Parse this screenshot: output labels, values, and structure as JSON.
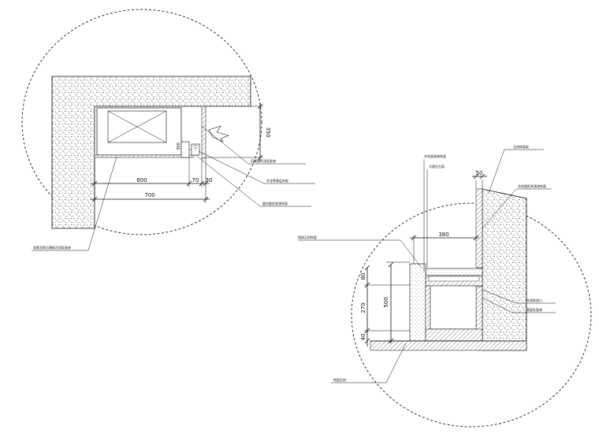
{
  "detail_a": {
    "dims": {
      "d350": "350",
      "d600": "600",
      "d70": "70",
      "d30": "30",
      "d700": "700",
      "d300": "300"
    },
    "notes": [
      "石膏板吊顶乳胶漆",
      "木龙骨基层夹板",
      "窗帘盒乳胶漆饰面",
      "轻钢龙骨石膏板吊顶乳胶漆"
    ]
  },
  "detail_b": {
    "dims": {
      "d50": "50",
      "d380": "380",
      "d80": "80",
      "d500": "500",
      "d270": "270",
      "d40": "40"
    },
    "notes": [
      "木饰面清漆饰面",
      "大理石台面",
      "石材饰面板",
      "木饰面柜体清漆饰面",
      "墙体石材饰面",
      "木线条收口",
      "墙面乳胶漆",
      "地面石材"
    ]
  }
}
